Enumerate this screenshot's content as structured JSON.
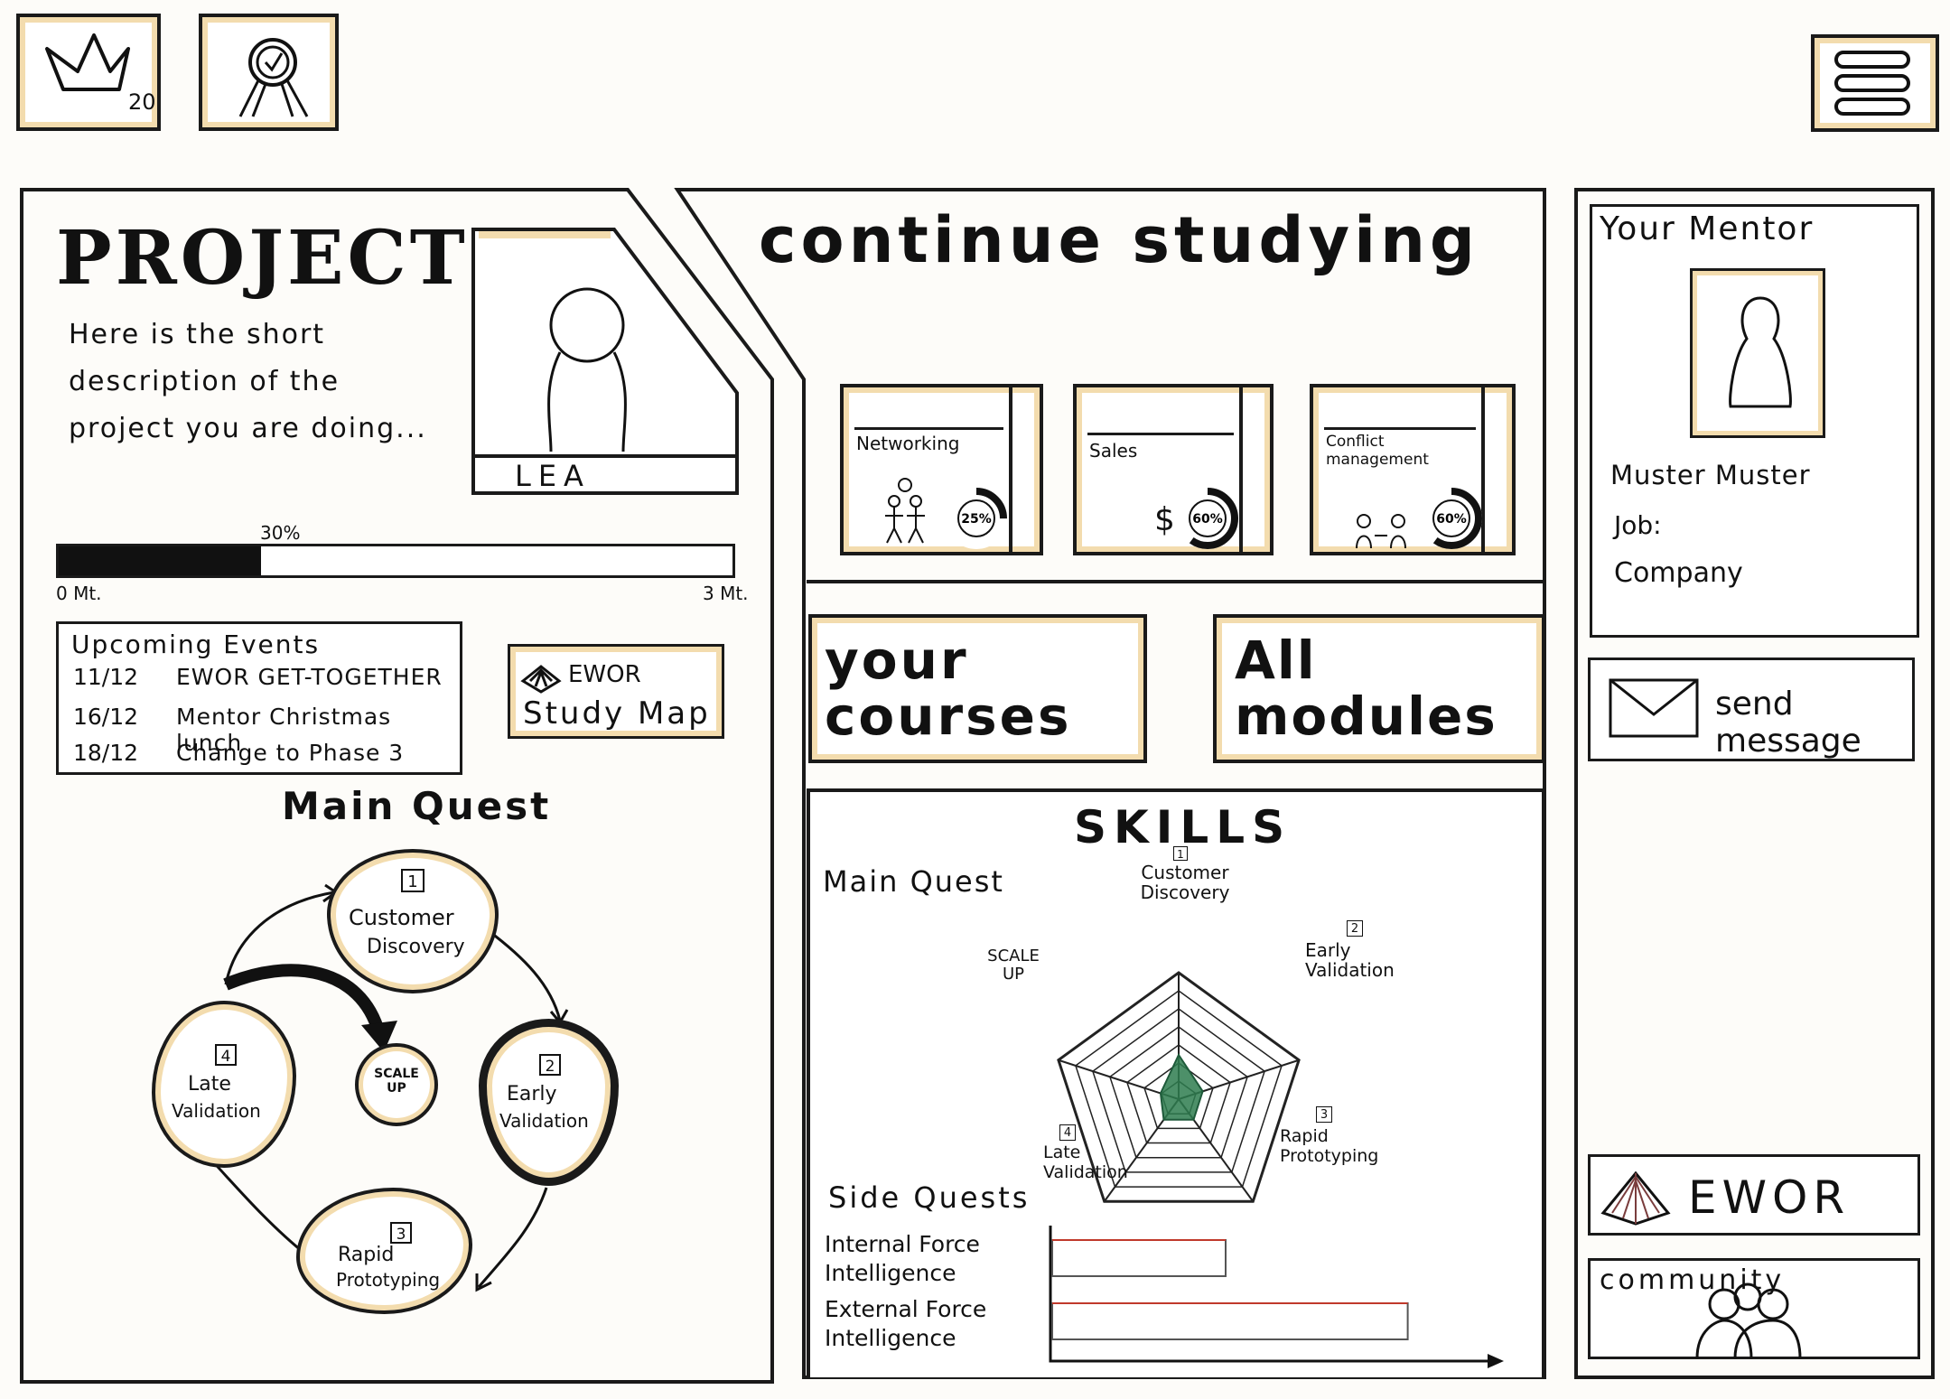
{
  "top_bar": {
    "crown_count": "20",
    "menu_label": ""
  },
  "project": {
    "title": "PROJECT",
    "description": "Here is the short description of the project you are doing...",
    "member_name": "LEA",
    "progress_pct": 30,
    "progress_label": "30%",
    "progress_start": "0 Mt.",
    "progress_end": "3 Mt."
  },
  "events": {
    "title": "Upcoming Events",
    "items": [
      {
        "date": "11/12",
        "name": "EWOR GET-TOGETHER"
      },
      {
        "date": "16/12",
        "name": "Mentor Christmas lunch"
      },
      {
        "date": "18/12",
        "name": "Change to Phase 3"
      }
    ]
  },
  "study_map": {
    "brand": "EWOR",
    "label": "Study Map"
  },
  "main_quest": {
    "title": "Main Quest",
    "stages": [
      {
        "num": "1",
        "line1": "Customer",
        "line2": "Discovery"
      },
      {
        "num": "2",
        "line1": "Early",
        "line2": "Validation"
      },
      {
        "num": "3",
        "line1": "Rapid",
        "line2": "Prototyping"
      },
      {
        "num": "4",
        "line1": "Late",
        "line2": "Validation"
      }
    ],
    "scale_up": [
      "SCALE",
      "UP"
    ]
  },
  "continue": {
    "title": "continue studying",
    "courses": [
      {
        "name": "Networking",
        "progress": "25%",
        "progress_value": 25
      },
      {
        "name": "Sales",
        "progress": "60%",
        "progress_value": 60
      },
      {
        "name": "Conflict management",
        "progress": "60%",
        "progress_value": 60
      }
    ]
  },
  "nav": {
    "your_courses": "your courses",
    "all_modules": "All modules"
  },
  "skills": {
    "title": "SKILLS",
    "main_quest_label": "Main Quest",
    "axes": [
      {
        "num": "1",
        "label": "Customer Discovery"
      },
      {
        "num": "2",
        "label": "Early Validation"
      },
      {
        "num": "3",
        "label": "Rapid Prototyping"
      },
      {
        "num": "4",
        "label": "Late Validation"
      },
      {
        "num": "",
        "label": "SCALE UP"
      }
    ],
    "side_quests_label": "Side Quests",
    "side_quests": [
      {
        "line1": "Internal Force",
        "line2": "Intelligence",
        "value": 0.4
      },
      {
        "line1": "External Force",
        "line2": "Intelligence",
        "value": 0.82
      }
    ],
    "radar_values": [
      0.35,
      0.2,
      0.2,
      0.2,
      0.15
    ]
  },
  "mentor": {
    "title": "Your Mentor",
    "name": "Muster Muster",
    "job_label": "Job:",
    "company_label": "Company",
    "send_label": "send message"
  },
  "footer_links": {
    "ewor": "EWOR",
    "community": "community"
  },
  "colors": {
    "accent": "#f3dcae",
    "radar_fill": "#2e7d4f",
    "bar_red": "#c0392b"
  }
}
